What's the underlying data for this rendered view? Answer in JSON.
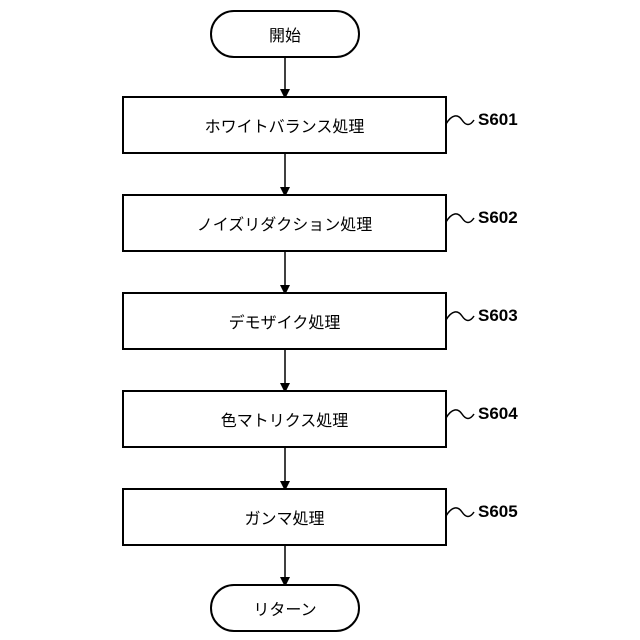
{
  "flowchart": {
    "start_label": "開始",
    "end_label": "リターン",
    "steps": [
      {
        "id": "S601",
        "label": "ホワイトバランス処理"
      },
      {
        "id": "S602",
        "label": "ノイズリダクション処理"
      },
      {
        "id": "S603",
        "label": "デモザイク処理"
      },
      {
        "id": "S604",
        "label": "色マトリクス処理"
      },
      {
        "id": "S605",
        "label": "ガンマ処理"
      }
    ]
  }
}
